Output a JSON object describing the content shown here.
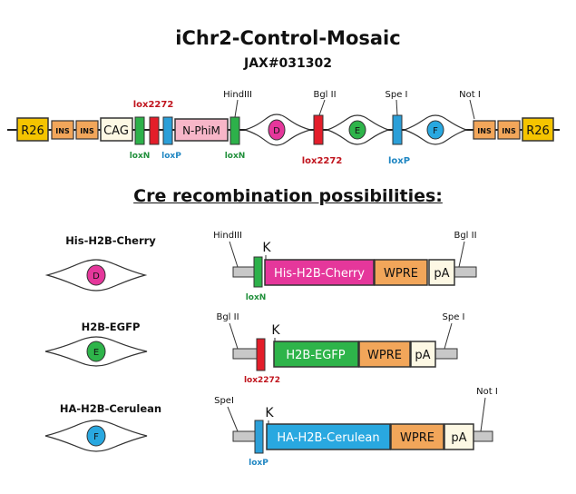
{
  "title": "iChr2-Control-Mosaic",
  "subtitle": "JAX#031302",
  "heading": "Cre recombination possibilities:",
  "construct": {
    "boxes": {
      "r26_left": "R26",
      "ins_1": "INS",
      "ins_2": "INS",
      "cag": "CAG",
      "nphim": "N-PhiM",
      "ins_3": "INS",
      "ins_4": "INS",
      "r26_right": "R26"
    },
    "cells": {
      "d": "D",
      "e": "E",
      "f": "F"
    },
    "labels": {
      "lox2272_top": "lox2272",
      "loxN_1": "loxN",
      "loxP_1": "loxP",
      "loxN_2": "loxN",
      "hindIII": "HindIII",
      "bglII": "Bgl II",
      "lox2272_bottom": "lox2272",
      "speI": "Spe I",
      "loxP_2": "loxP",
      "notI": "Not I"
    }
  },
  "outcomes": [
    {
      "name": "His-H2B-Cherry",
      "cell_letter": "D",
      "left_site": "HindIII",
      "right_site": "Bgl II",
      "kozak": "K",
      "gene": "His-H2B-Cherry",
      "wpre": "WPRE",
      "pa": "pA",
      "lox": "loxN"
    },
    {
      "name": "H2B-EGFP",
      "cell_letter": "E",
      "left_site": "Bgl II",
      "right_site": "Spe I",
      "kozak": "K",
      "gene": "H2B-EGFP",
      "wpre": "WPRE",
      "pa": "pA",
      "lox": "lox2272"
    },
    {
      "name": "HA-H2B-Cerulean",
      "cell_letter": "F",
      "left_site": "SpeI",
      "right_site": "Not I",
      "kozak": "K",
      "gene": "HA-H2B-Cerulean",
      "wpre": "WPRE",
      "pa": "pA",
      "lox": "loxP"
    }
  ],
  "colors": {
    "r26": "#f5c400",
    "ins": "#f2a65a",
    "cag": "#fdf8e4",
    "nphim": "#f7b6c8",
    "loxN": "#2db14a",
    "lox2272": "#e31e2a",
    "loxP": "#2b9fd8",
    "cherry": "#e5379b",
    "egfp": "#2eb44a",
    "cerulean": "#29a8e0",
    "wpre": "#f2a65a",
    "pa": "#fdf8e4",
    "lox2272_text": "#c0141d",
    "loxN_text": "#1f8f3a",
    "loxP_text": "#1f86c2"
  }
}
